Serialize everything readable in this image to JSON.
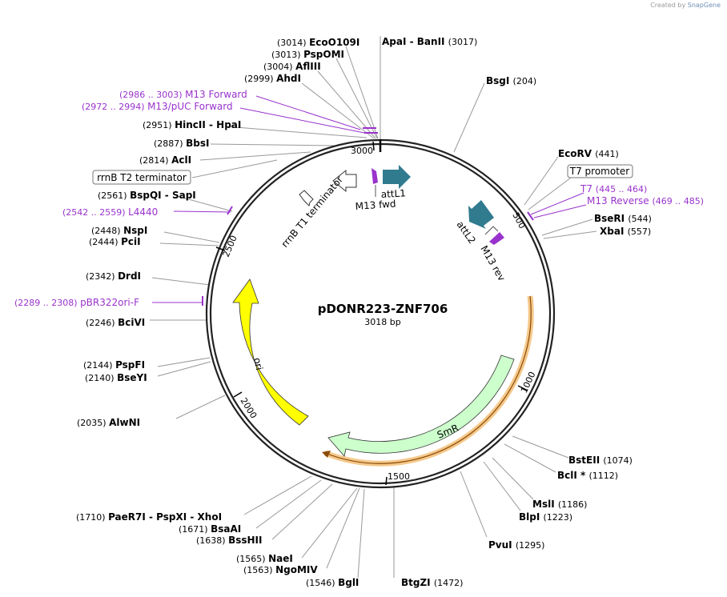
{
  "credit": {
    "prefix": "Created by",
    "brand": "SnapGene"
  },
  "plasmid": {
    "name": "pDONR223-ZNF706",
    "size": "3018 bp"
  },
  "ticks": [
    "3000",
    "500",
    "1000",
    "1500",
    "2000",
    "2500"
  ],
  "enzymes": [
    {
      "pos": "(3014)",
      "name": "EcoO109I"
    },
    {
      "pos": "(3013)",
      "name": "PspOMI"
    },
    {
      "pos": "(3004)",
      "name": "AflIII"
    },
    {
      "pos": "(2999)",
      "name": "AhdI"
    },
    {
      "pos": "(2951)",
      "name": "HincII  - HpaI"
    },
    {
      "pos": "(2887)",
      "name": "BbsI"
    },
    {
      "pos": "(2814)",
      "name": "AclI"
    },
    {
      "pos": "(2561)",
      "name": "BspQI  - SapI"
    },
    {
      "pos": "(2448)",
      "name": "NspI"
    },
    {
      "pos": "(2444)",
      "name": "PciI"
    },
    {
      "pos": "(2342)",
      "name": "DrdI"
    },
    {
      "pos": "(2246)",
      "name": "BciVI"
    },
    {
      "pos": "(2144)",
      "name": "PspFI"
    },
    {
      "pos": "(2140)",
      "name": "BseYI"
    },
    {
      "pos": "(2035)",
      "name": "AlwNI"
    },
    {
      "pos": "(1710)",
      "name": "PaeR7I  - PspXI  - XhoI"
    },
    {
      "pos": "(1671)",
      "name": "BsaAI"
    },
    {
      "pos": "(1638)",
      "name": "BssHII"
    },
    {
      "pos": "(1565)",
      "name": "NaeI"
    },
    {
      "pos": "(1563)",
      "name": "NgoMIV"
    },
    {
      "pos": "(1546)",
      "name": "BglI"
    },
    {
      "pos": "(1472)",
      "name": "BtgZI"
    },
    {
      "pos": "(1295)",
      "name": "PvuI"
    },
    {
      "pos": "(1223)",
      "name": "BlpI"
    },
    {
      "pos": "(1186)",
      "name": "MslI"
    },
    {
      "pos": "(1112)",
      "name": "BclI *"
    },
    {
      "pos": "(1074)",
      "name": "BstEII"
    },
    {
      "pos": "(557)",
      "name": "XbaI"
    },
    {
      "pos": "(544)",
      "name": "BseRI"
    },
    {
      "pos": "(441)",
      "name": "EcoRV"
    },
    {
      "pos": "(204)",
      "name": "BsgI"
    },
    {
      "pos": "(3017)",
      "name": "ApaI  - BanII"
    }
  ],
  "primers": [
    {
      "pos": "(2986 .. 3003)",
      "name": "M13 Forward"
    },
    {
      "pos": "(2972 .. 2994)",
      "name": "M13/pUC Forward"
    },
    {
      "pos": "(2542 .. 2559)",
      "name": "L4440"
    },
    {
      "pos": "(2289 .. 2308)",
      "name": "pBR322ori-F"
    },
    {
      "pos": "(445 .. 464)",
      "name": "T7"
    },
    {
      "pos": "(469 .. 485)",
      "name": "M13 Reverse"
    }
  ],
  "boxed_features": [
    "rrnB T2 terminator",
    "T7 promoter"
  ],
  "features": {
    "attL1": "attL1",
    "m13fwd": "M13 fwd",
    "rrnb_t1": "rrnB T1 terminator",
    "attL2": "attL2",
    "m13rev": "M13 rev",
    "smr": "SmR",
    "ori": "ori"
  },
  "colors": {
    "ori": "#ffff00",
    "smr": "#ccffcc",
    "att": "#317b8f",
    "primer": "#9933cc",
    "orf_highlight": "#f5c88a"
  }
}
